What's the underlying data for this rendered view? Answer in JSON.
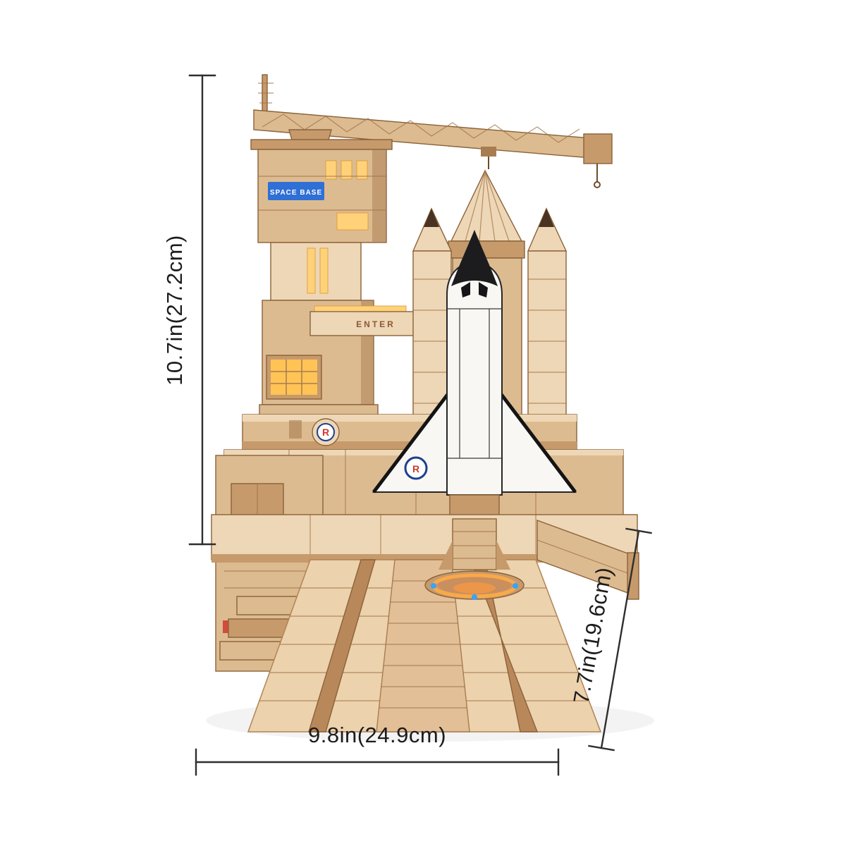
{
  "image": {
    "type": "product-photo",
    "subject": "wooden 3D puzzle space shuttle launch center with dimension callouts",
    "background": "#ffffff"
  },
  "annotations": {
    "height_label": "10.7in(27.2cm)",
    "width_label": "9.8in(24.9cm)",
    "depth_label": "7.7in(19.6cm)",
    "line_color": "#2e2e2e",
    "text_color": "#1c1c1c"
  },
  "model": {
    "stickers": {
      "space_base": "SPACE BASE",
      "enter": "ENTER"
    },
    "wing_logo_letter": "R",
    "pad_logo_letter": "R",
    "colors": {
      "wood_light": "#eed7b6",
      "wood_mid": "#ddbb90",
      "wood_dark": "#c69a6b",
      "wood_deep": "#a87c51",
      "shuttle_white": "#f8f7f3",
      "nose_black": "#1c1c1e",
      "window_glow": "#ffd27a",
      "sticker_blue": "#2f6fd6",
      "logo_red": "#d0392e",
      "pad_glow_orange": "#ffab45",
      "pad_light_blue": "#37a3ff"
    }
  }
}
